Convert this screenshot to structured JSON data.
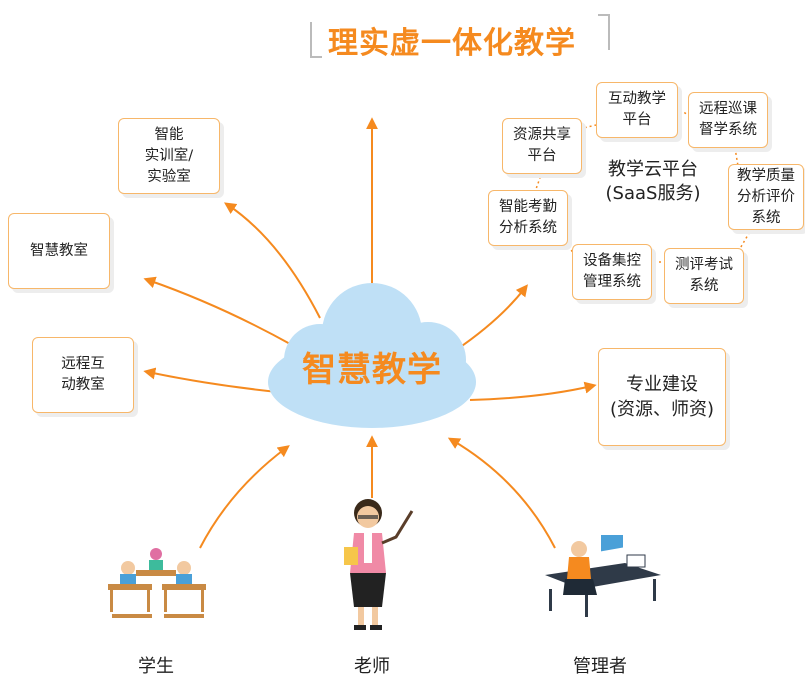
{
  "title": "理实虚一体化教学",
  "center": "智慧教学",
  "left_nodes": [
    "智能\n实训室/\n实验室",
    "智慧教室",
    "远程互\n动教室"
  ],
  "right_node": "专业建设\n(资源、师资)",
  "cloud_platform": {
    "label": "教学云平台\n(SaaS服务)",
    "modules": [
      "资源共享\n平台",
      "互动教学\n平台",
      "远程巡课\n督学系统",
      "教学质量\n分析评价\n系统",
      "测评考试\n系统",
      "设备集控\n管理系统",
      "智能考勤\n分析系统"
    ]
  },
  "roles": [
    "学生",
    "老师",
    "管理者"
  ],
  "colors": {
    "accent": "#f58a1f",
    "cloud": "#bfe0f6",
    "border": "#f7b76a"
  },
  "icons": [
    "students-illustration",
    "teacher-illustration",
    "administrator-illustration"
  ]
}
